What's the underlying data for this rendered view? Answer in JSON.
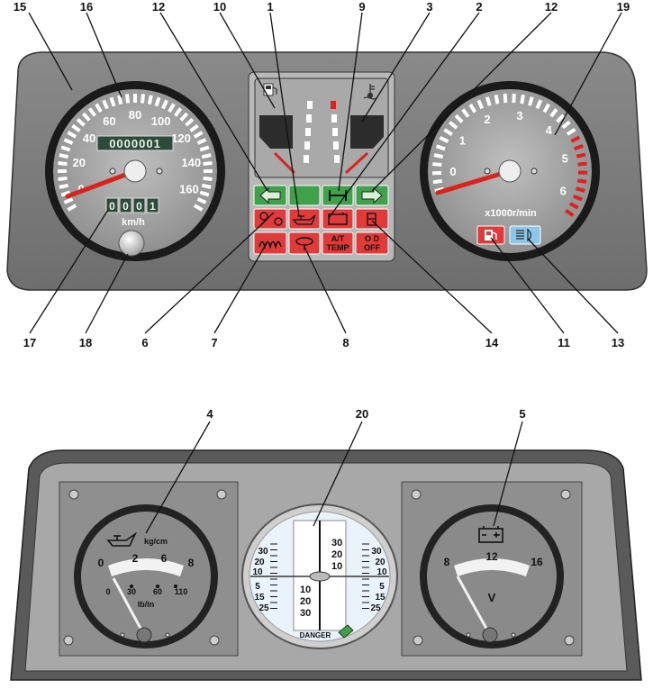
{
  "callouts": {
    "c1": "1",
    "c2": "2",
    "c3": "3",
    "c4": "4",
    "c5": "5",
    "c6": "6",
    "c7": "7",
    "c8": "8",
    "c9": "9",
    "c10": "10",
    "c11": "11",
    "c12a": "12",
    "c12b": "12",
    "c13": "13",
    "c14": "14",
    "c15": "15",
    "c16": "16",
    "c17": "17",
    "c18": "18",
    "c19": "19",
    "c20": "20"
  },
  "speedometer": {
    "labels": [
      "0",
      "20",
      "40",
      "60",
      "80",
      "100",
      "120",
      "140",
      "160"
    ],
    "odometer": "0000001",
    "trip": [
      "0",
      "0",
      "0",
      "1"
    ],
    "unit": "km/h"
  },
  "tachometer": {
    "labels": [
      "0",
      "1",
      "2",
      "3",
      "4",
      "5",
      "6"
    ],
    "unit": "x1000r/min"
  },
  "warning_panel": {
    "at_temp_line1": "A/T",
    "at_temp_line2": "TEMP",
    "od_off_line1": "O D",
    "od_off_line2": "OFF"
  },
  "oil_gauge": {
    "unit_top": "kg/cm",
    "top_labels": [
      "0",
      "2",
      "6",
      "8"
    ],
    "bottom_labels": [
      "0",
      "30",
      "60",
      "110"
    ],
    "unit_bottom": "lb/in"
  },
  "volt_gauge": {
    "labels": [
      "8",
      "12",
      "16"
    ],
    "unit": "V"
  },
  "inclinometer": {
    "center_upper": [
      "30",
      "20",
      "10"
    ],
    "center_lower": [
      "10",
      "20",
      "30"
    ],
    "left_scale": [
      "30",
      "20",
      "10",
      "5",
      "15",
      "25"
    ],
    "right_scale": [
      "30",
      "20",
      "10",
      "5",
      "15",
      "25"
    ],
    "danger": "DANGER"
  },
  "colors": {
    "needle": "#d8241c",
    "warn_red": "#e03a3a",
    "warn_green": "#3fa24a",
    "blue_lamp": "#8fc6e8"
  }
}
